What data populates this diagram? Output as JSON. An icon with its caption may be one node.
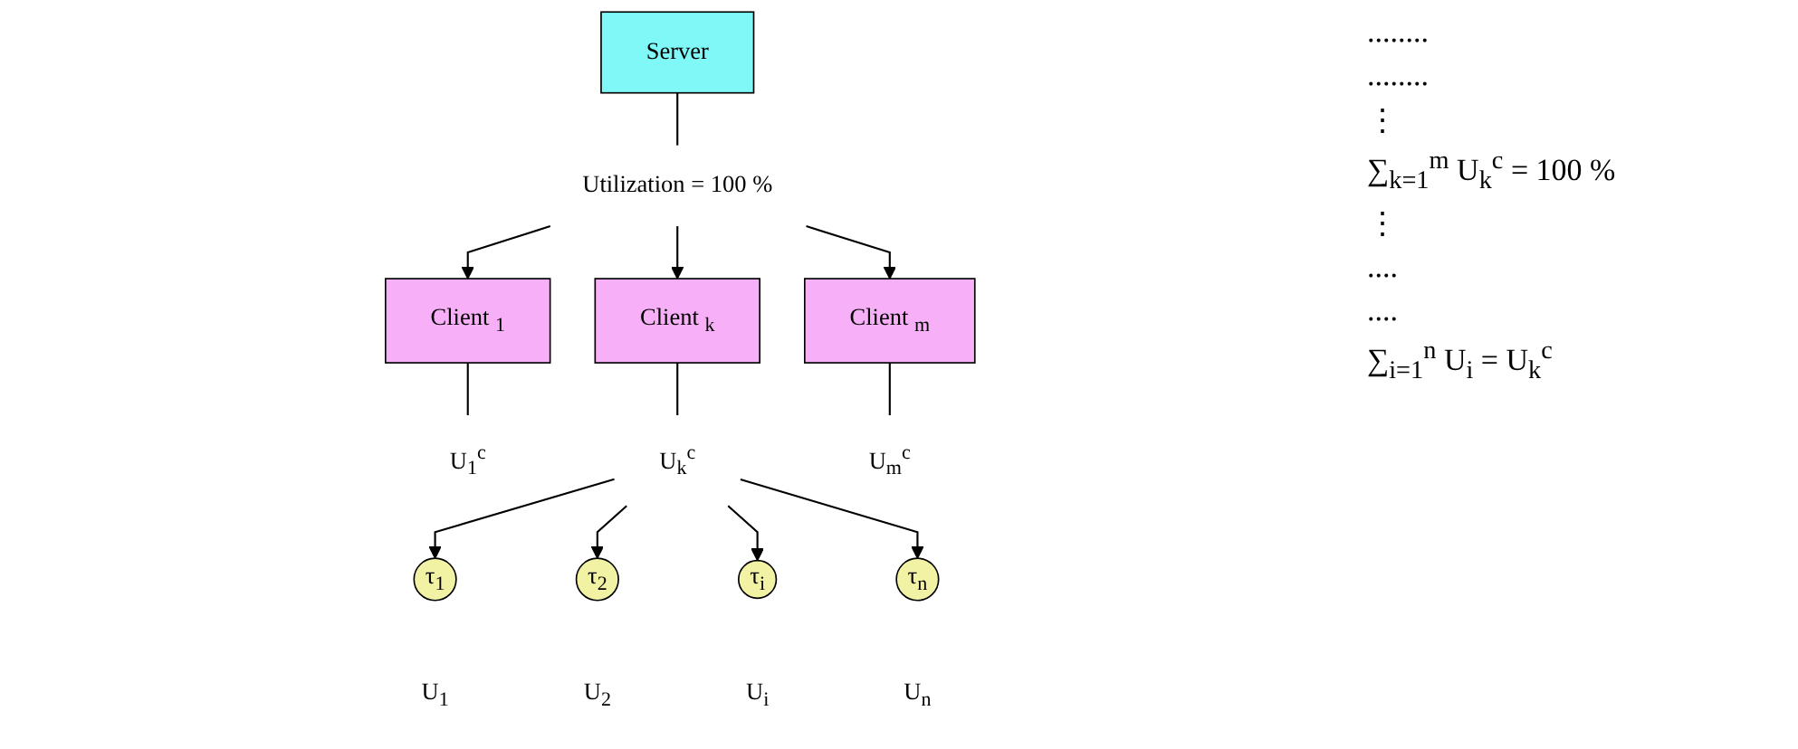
{
  "diagram": {
    "nodes": [
      {
        "text": [
          "Server"
        ]
      },
      {
        "text": [
          "Utilization = 100 %"
        ]
      },
      {
        "text": [
          "Client $_{1}$"
        ]
      },
      {
        "text": [
          "Client $_{k}$"
        ]
      },
      {
        "text": [
          "Client $_{m}$"
        ]
      },
      {
        "text": [
          "U$_{1}$$^{c}$"
        ]
      },
      {
        "text": [
          "U$_{k}$$^{c}$"
        ]
      },
      {
        "text": [
          "U$_{m}$$^{c}$"
        ]
      },
      {
        "text": [
          "τ$_{1}$"
        ],
        "beside": [
          "U$_{1}$"
        ]
      },
      {
        "text": [
          "τ$_{2}$"
        ],
        "beside": [
          "U$_{2}$"
        ]
      },
      {
        "text": [
          "τ$_{i}$"
        ],
        "beside": [
          "U$_{i}$"
        ]
      },
      {
        "text": [
          "τ$_{n}$"
        ],
        "beside": [
          "U$_{n}$"
        ]
      }
    ],
    "edges": [
      {
        "from": 0,
        "to": 1,
        "arrow": "none"
      },
      {
        "from": 1,
        "to": 2,
        "arrow": "to"
      },
      {
        "from": 1,
        "to": 3,
        "arrow": "to"
      },
      {
        "from": 1,
        "to": 4,
        "arrow": "to"
      },
      {
        "from": 2,
        "to": 5,
        "arrow": "none"
      },
      {
        "from": 3,
        "to": 6,
        "arrow": "none"
      },
      {
        "from": 4,
        "to": 7,
        "arrow": "none"
      },
      {
        "from": 6,
        "to": 8,
        "arrow": "to"
      },
      {
        "from": 6,
        "to": 9,
        "arrow": "to"
      },
      {
        "from": 6,
        "to": 10,
        "arrow": "to"
      },
      {
        "from": 6,
        "to": 11,
        "arrow": "to"
      }
    ],
    "labels": [
      "........",
      "........",
      "⋮",
      "∑$_{k=1}$$^{m}$ U$_{k}$$^{c}$ = 100 %",
      "⋮",
      "....",
      "....",
      "∑$_{i=1}$$^{n}$ U$_{i}$ = U$_{k}$$^{c}$"
    ]
  }
}
